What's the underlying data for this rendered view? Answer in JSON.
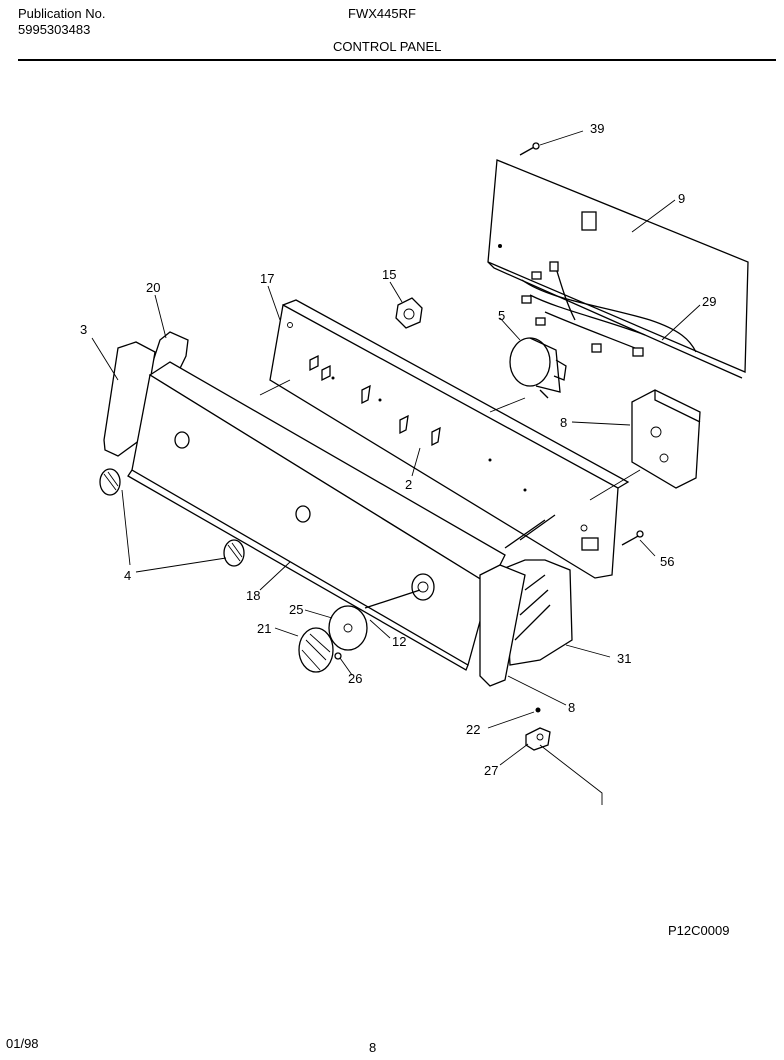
{
  "header": {
    "publication_label": "Publication No.",
    "publication_number": "5995303483",
    "model": "FWX445RF",
    "section_title": "CONTROL PANEL"
  },
  "callouts": {
    "c39": "39",
    "c9": "9",
    "c15": "15",
    "c17": "17",
    "c20": "20",
    "c29": "29",
    "c3": "3",
    "c5": "5",
    "c8a": "8",
    "c2": "2",
    "c4": "4",
    "c56": "56",
    "c18": "18",
    "c25": "25",
    "c21": "21",
    "c12": "12",
    "c31": "31",
    "c26": "26",
    "c8b": "8",
    "c22": "22",
    "c27": "27"
  },
  "footer": {
    "date": "01/98",
    "page": "8",
    "drawing_number": "P12C0009"
  }
}
